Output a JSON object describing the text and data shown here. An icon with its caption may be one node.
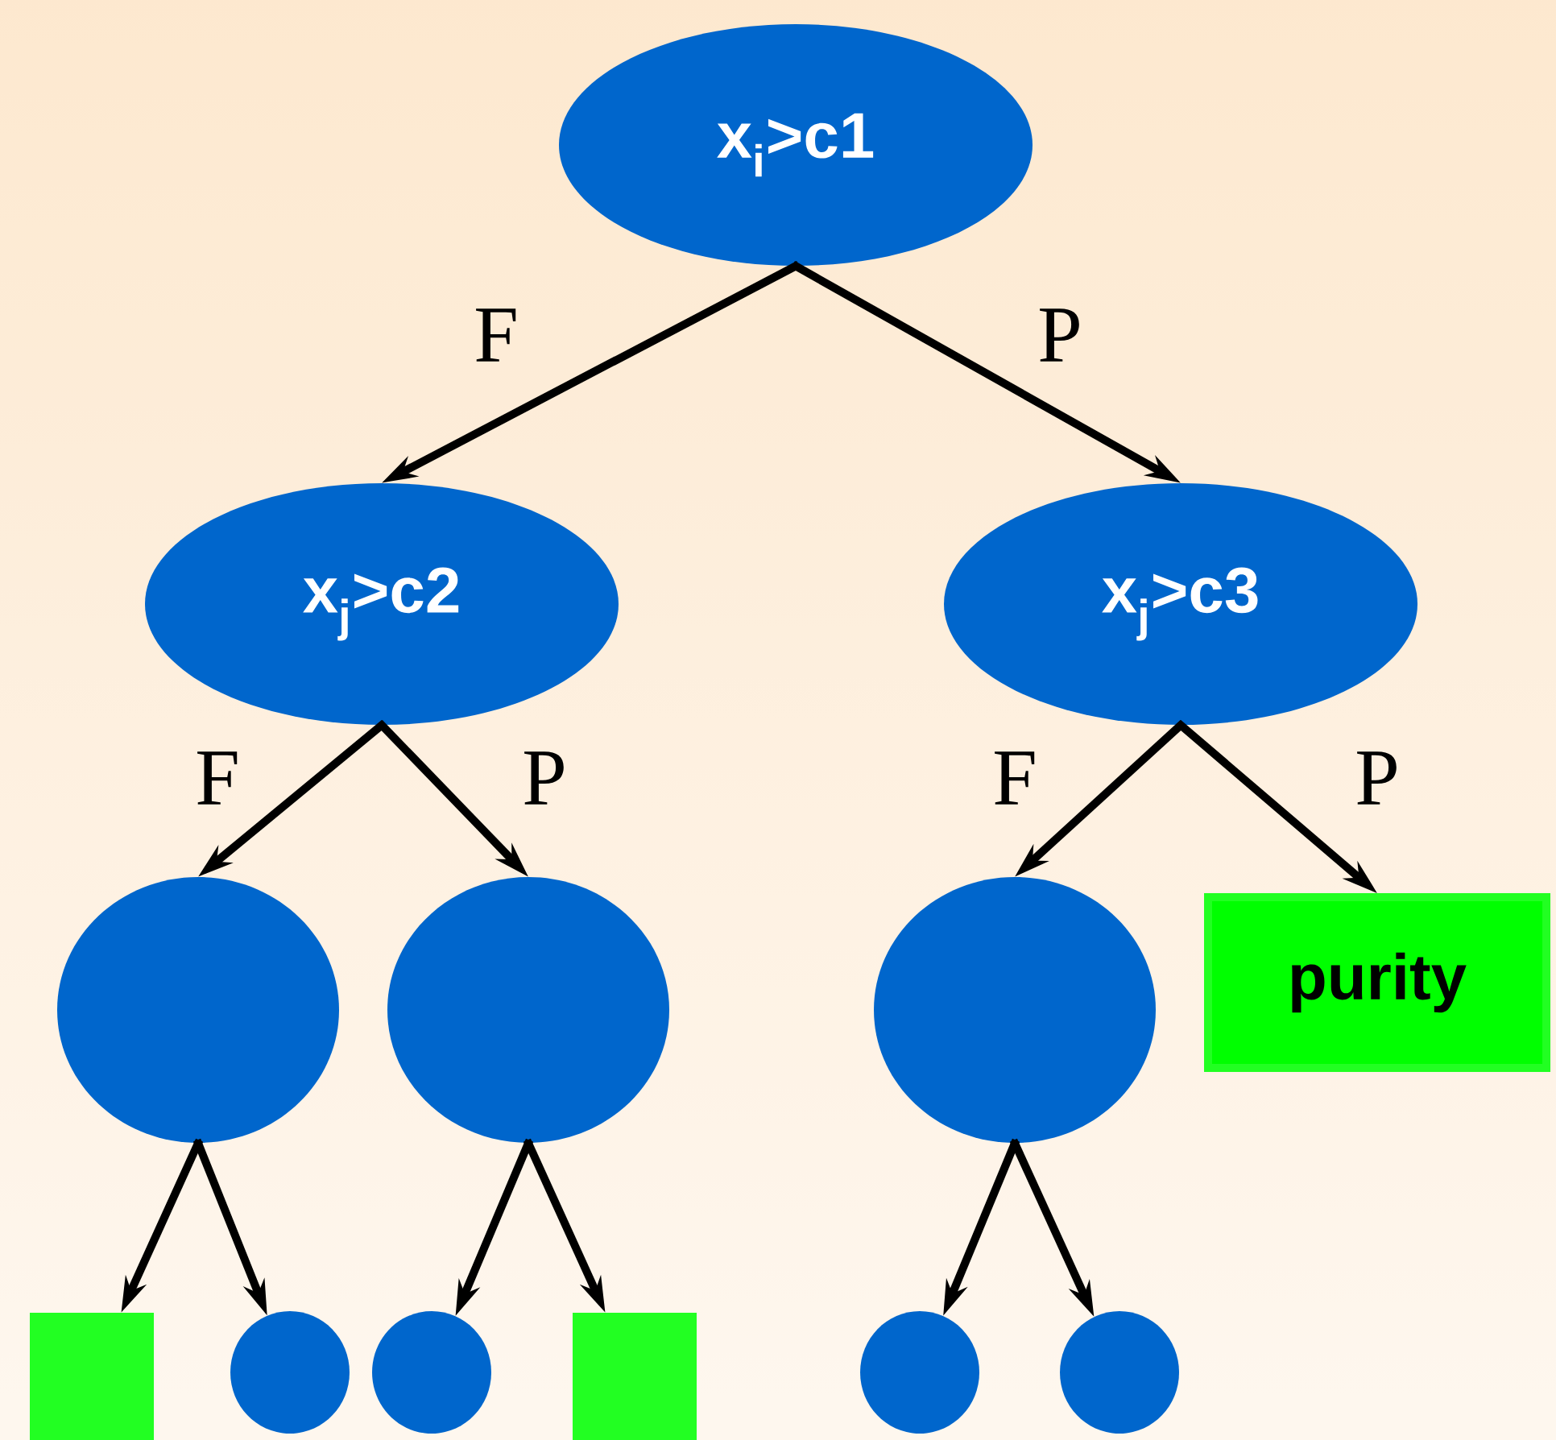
{
  "diagram": {
    "nodes": [
      {
        "text": [
          "x$_{i}$>c1"
        ]
      },
      {
        "text": [
          "x$_{j}$>c2"
        ]
      },
      {
        "text": [
          "x$_{j}$>c3"
        ]
      },
      {
        "text": [],
        "shape": "circle"
      },
      {
        "text": [],
        "shape": "circle"
      },
      {
        "text": [],
        "shape": "circle"
      },
      {
        "text": [
          "purity"
        ]
      },
      {
        "text": [],
        "shape": "box"
      },
      {
        "text": [],
        "shape": "circle"
      },
      {
        "text": [],
        "shape": "circle"
      },
      {
        "text": [],
        "shape": "box"
      },
      {
        "text": [],
        "shape": "circle"
      },
      {
        "text": [],
        "shape": "circle"
      }
    ],
    "edges": [
      {
        "from": 0,
        "to": 1,
        "arrow": "to",
        "label": "F"
      },
      {
        "from": 0,
        "to": 2,
        "arrow": "to",
        "label": "P"
      },
      {
        "from": 1,
        "to": 3,
        "arrow": "to",
        "label": "F"
      },
      {
        "from": 1,
        "to": 4,
        "arrow": "to",
        "label": "P"
      },
      {
        "from": 2,
        "to": 5,
        "arrow": "to",
        "label": "F"
      },
      {
        "from": 2,
        "to": 6,
        "arrow": "to",
        "label": "P"
      },
      {
        "from": 3,
        "to": 7,
        "arrow": "to"
      },
      {
        "from": 3,
        "to": 8,
        "arrow": "to"
      },
      {
        "from": 4,
        "to": 9,
        "arrow": "to"
      },
      {
        "from": 4,
        "to": 10,
        "arrow": "to"
      },
      {
        "from": 5,
        "to": 11,
        "arrow": "to"
      },
      {
        "from": 5,
        "to": 12,
        "arrow": "to"
      }
    ]
  }
}
